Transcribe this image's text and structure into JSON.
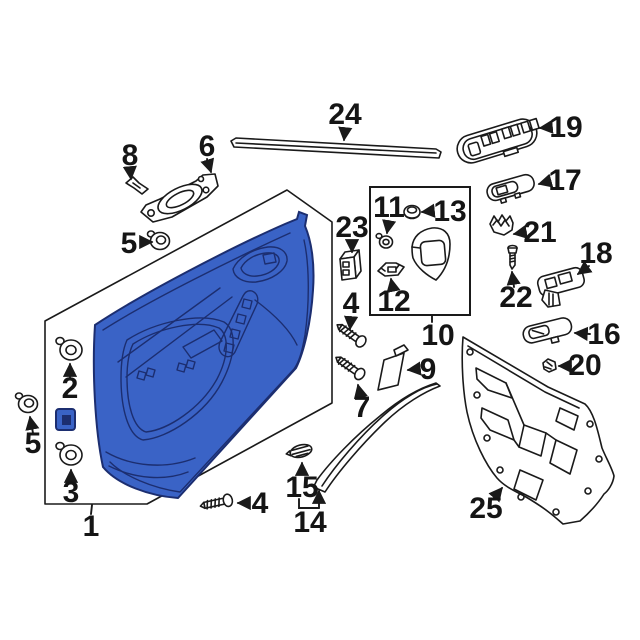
{
  "colors": {
    "background": "#ffffff",
    "line": "#1a1a1a",
    "highlight_fill": "#3a63c6",
    "highlight_stroke": "#1c2e70"
  },
  "labels": {
    "n1": "1",
    "n2": "2",
    "n3": "3",
    "n4": "4",
    "n5": "5",
    "n6": "6",
    "n7": "7",
    "n8": "8",
    "n9": "9",
    "n10": "10",
    "n11": "11",
    "n12": "12",
    "n13": "13",
    "n14": "14",
    "n15": "15",
    "n16": "16",
    "n17": "17",
    "n18": "18",
    "n19": "19",
    "n20": "20",
    "n21": "21",
    "n22": "22",
    "n23": "23",
    "n24": "24",
    "n25": "25"
  }
}
